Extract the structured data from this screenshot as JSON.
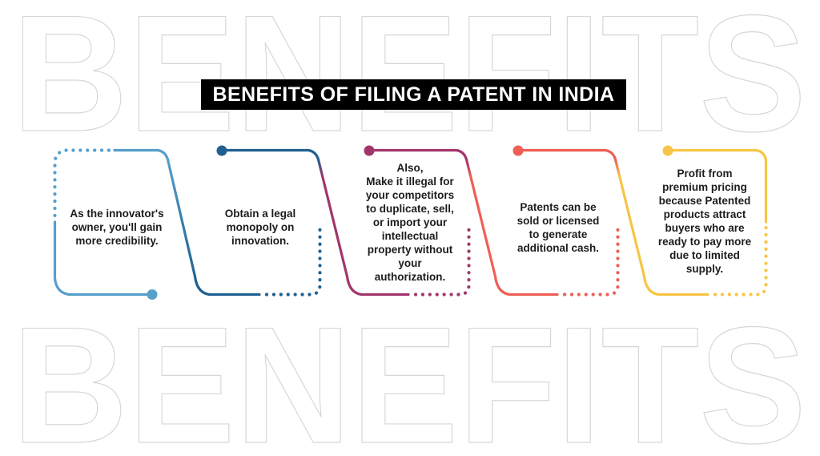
{
  "title": {
    "text": "BENEFITS OF FILING A PATENT IN INDIA",
    "background": "#000000",
    "text_color": "#ffffff"
  },
  "watermark": {
    "text": "BENEFITS",
    "outline_color": "#d6d6d6",
    "fill_color": "#ffffff"
  },
  "panels": [
    {
      "id": 1,
      "accent": "#569FCB",
      "text": "As the innovator's\nowner, you'll gain\nmore credibility."
    },
    {
      "id": 2,
      "accent": "#206090",
      "text": "Obtain a legal\nmonopoly on\ninnovation."
    },
    {
      "id": 3,
      "accent": "#A2366C",
      "text": "Also,\nMake it illegal for\nyour competitors\nto duplicate, sell,\nor import your\nintellectual\nproperty without\nyour\nauthorization."
    },
    {
      "id": 4,
      "accent": "#EE5F55",
      "text": "Patents can be\nsold or licensed\nto generate\nadditional cash."
    },
    {
      "id": 5,
      "accent": "#F7C545",
      "text": "Profit from\npremium pricing\nbecause Patented\nproducts attract\nbuyers who are\nready to pay more\ndue to limited\nsupply."
    }
  ]
}
